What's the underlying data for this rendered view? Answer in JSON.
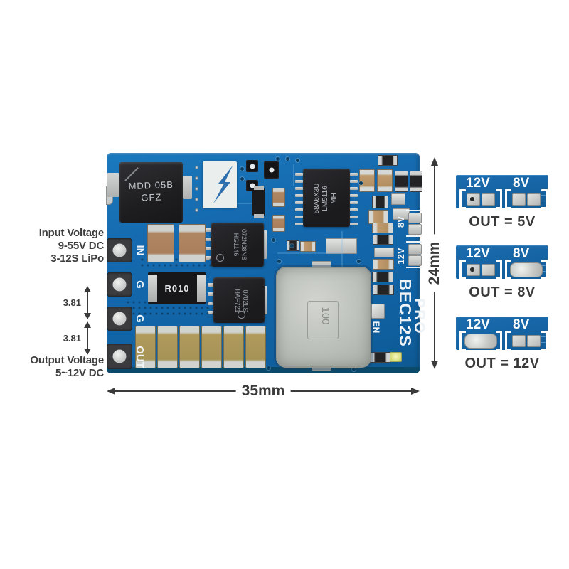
{
  "annotations": {
    "input_voltage_lines": [
      "Input Voltage",
      "9-55V DC",
      "3-12S LiPo"
    ],
    "output_voltage_lines": [
      "Output Voltage",
      "5~12V DC"
    ],
    "pad_pitch_upper": "3.81",
    "pad_pitch_lower": "3.81",
    "board_width": "35mm",
    "board_height": "24mm"
  },
  "board": {
    "pads": [
      "IN",
      "G",
      "G",
      "OUT"
    ],
    "silkscreen": {
      "model": "BEC12S",
      "variant": "PRO",
      "enable_pad": "EN",
      "jumper_12v": "12V",
      "jumper_8v": "8V"
    },
    "components": {
      "input_diode_line1": "MDD 05B",
      "input_diode_line2": "GFZ",
      "regulator_ic_line1": "58A6X3U",
      "regulator_ic_line2": "LM5116",
      "regulator_ic_line3": "MH",
      "mosfet_top_line1": "072N08NS",
      "mosfet_top_line2": "HG1146",
      "mosfet_bottom_line1": "0702LS",
      "mosfet_bottom_line2": "HAF721",
      "shunt_resistor": "R010",
      "inductor": "100"
    }
  },
  "callouts": [
    {
      "left_label": "12V",
      "right_label": "8V",
      "bridged": "none",
      "caption": "OUT = 5V"
    },
    {
      "left_label": "12V",
      "right_label": "8V",
      "bridged": "right",
      "caption": "OUT = 8V"
    },
    {
      "left_label": "12V",
      "right_label": "8V",
      "bridged": "left",
      "caption": "OUT = 12V"
    }
  ],
  "colors": {
    "pcb_blue": "#1468ab",
    "pcb_edge_dark": "#0a4a68",
    "annotation_text": "#3a3a3a",
    "silkscreen_white": "#eef3f7"
  }
}
